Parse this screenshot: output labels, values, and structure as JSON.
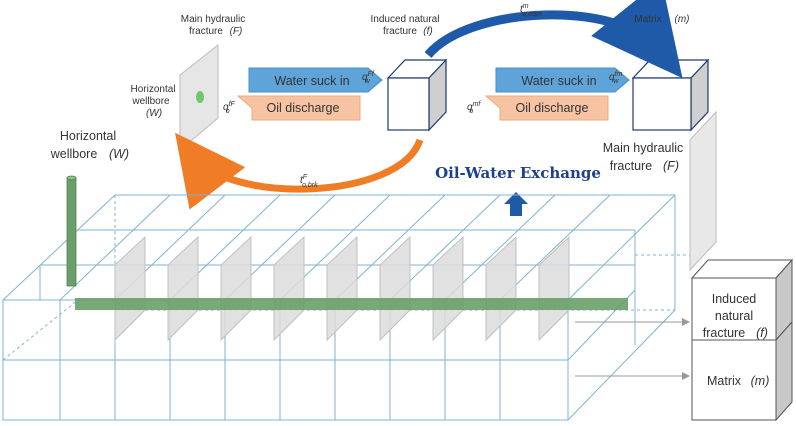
{
  "labels": {
    "main_fracture_top_1": "Main hydraulic",
    "main_fracture_top_2": "fracture",
    "main_fracture_top_sym": "(F)",
    "induced_top_1": "Induced natural",
    "induced_top_2": "fracture",
    "induced_top_sym": "(f)",
    "matrix_top": "Matrix",
    "matrix_top_sym": "(m)",
    "wellbore_small_1": "Horizontal",
    "wellbore_small_2": "wellbore",
    "wellbore_small_sym": "(W)",
    "wellbore_big_1": "Horizontal",
    "wellbore_big_2": "wellbore",
    "wellbore_big_sym": "(W)",
    "main_fracture_right_1": "Main hydraulic",
    "main_fracture_right_2": "fracture",
    "main_fracture_right_sym": "(F)",
    "legend_induced_1": "Induced",
    "legend_induced_2": "natural",
    "legend_induced_3": "fracture",
    "legend_induced_sym": "(f)",
    "legend_matrix": "Matrix",
    "legend_matrix_sym": "(m)",
    "title": "Oil-Water Exchange"
  },
  "arrows": {
    "water_1": "Water suck in",
    "water_2": "Water suck in",
    "oil_1": "Oil discharge",
    "oil_2": "Oil discharge"
  },
  "symbols": {
    "qw_Ff": "q_w^Ff",
    "qw_fm": "q_w^fm",
    "qo_fF": "q_o^fF",
    "qo_mf": "q_o^mf",
    "t_wegm": "t^m_w,eqm",
    "t_obrk": "t^F_o,brk"
  },
  "colors": {
    "water_fill": "#5fa4d9",
    "oil_fill": "#f7c4a3",
    "orange_arrow": "#f07d25",
    "blue_arrow": "#1e5aa8",
    "well_green": "#6a9e6a",
    "grid_line": "#7fb3d5"
  }
}
